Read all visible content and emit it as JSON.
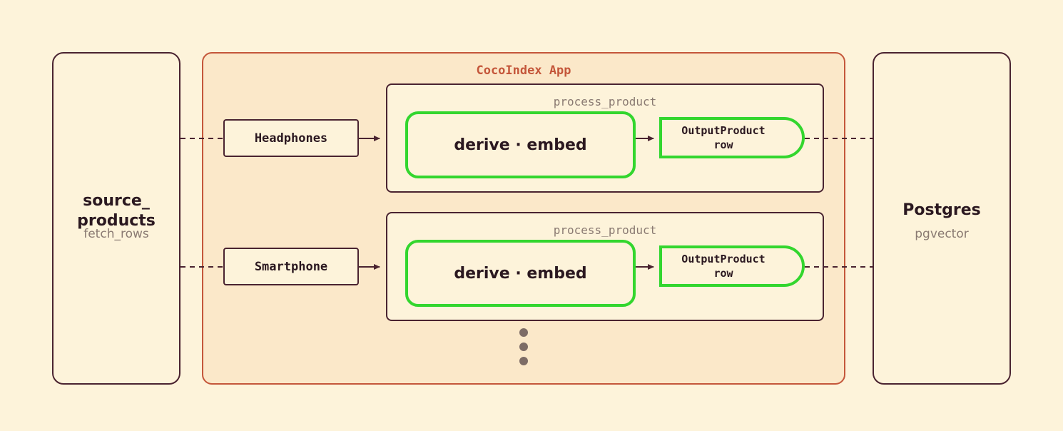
{
  "source": {
    "title": "source_\nproducts",
    "title_line1": "source_",
    "title_line2": "products",
    "subtitle": "fetch_rows"
  },
  "target": {
    "title": "Postgres",
    "subtitle": "pgvector"
  },
  "app": {
    "title": "CocoIndex App"
  },
  "rows": [
    {
      "item": "Headphones",
      "process_title": "process_product",
      "step": "derive · embed",
      "output_line1": "OutputProduct",
      "output_line2": "row"
    },
    {
      "item": "Smartphone",
      "process_title": "process_product",
      "step": "derive · embed",
      "output_line1": "OutputProduct",
      "output_line2": "row"
    }
  ],
  "colors": {
    "background": "#fdf3da",
    "app_border": "#c4563a",
    "app_fill": "#fbe8c9",
    "step_border": "#33d62e",
    "ink": "#4a2330",
    "muted": "#8a7a72"
  },
  "continuation_indicator": "ellipsis-vertical-icon"
}
